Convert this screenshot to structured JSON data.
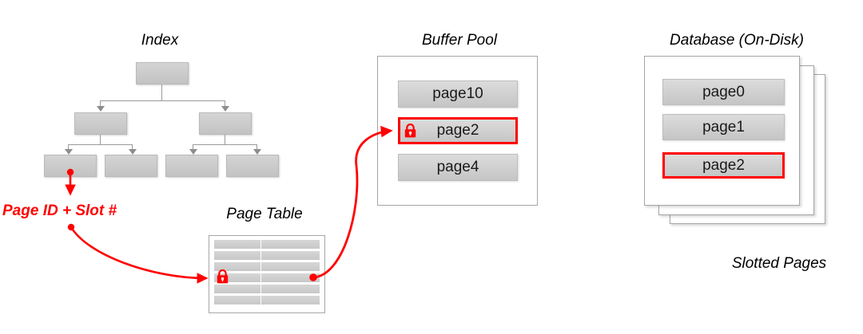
{
  "diagram": {
    "title": "Database page access path diagram",
    "accent_red": "#ff0000",
    "box_gray": "#c8c8c8",
    "sections": {
      "index": {
        "title": "Index",
        "levels": [
          {
            "name": "root",
            "nodes": 1
          },
          {
            "name": "internal",
            "nodes": 2
          },
          {
            "name": "leaf",
            "nodes": 4
          }
        ]
      },
      "page_table": {
        "title": "Page Table",
        "row_count": 6,
        "column_count": 2,
        "locked_row_index": 3
      },
      "buffer_pool": {
        "title": "Buffer Pool",
        "pages": [
          {
            "label": "page10",
            "locked": false,
            "highlighted": false
          },
          {
            "label": "page2",
            "locked": true,
            "highlighted": true
          },
          {
            "label": "page4",
            "locked": false,
            "highlighted": false
          }
        ]
      },
      "database": {
        "title": "Database (On-Disk)",
        "caption": "Slotted Pages",
        "stack_count": 3,
        "pages": [
          {
            "label": "page0",
            "highlighted": false
          },
          {
            "label": "page1",
            "highlighted": false
          },
          {
            "label": "page2",
            "highlighted": true
          }
        ]
      }
    },
    "annotations": {
      "page_id_slot": "Page ID + Slot #"
    },
    "icons": {
      "lock": "lock-icon"
    }
  }
}
